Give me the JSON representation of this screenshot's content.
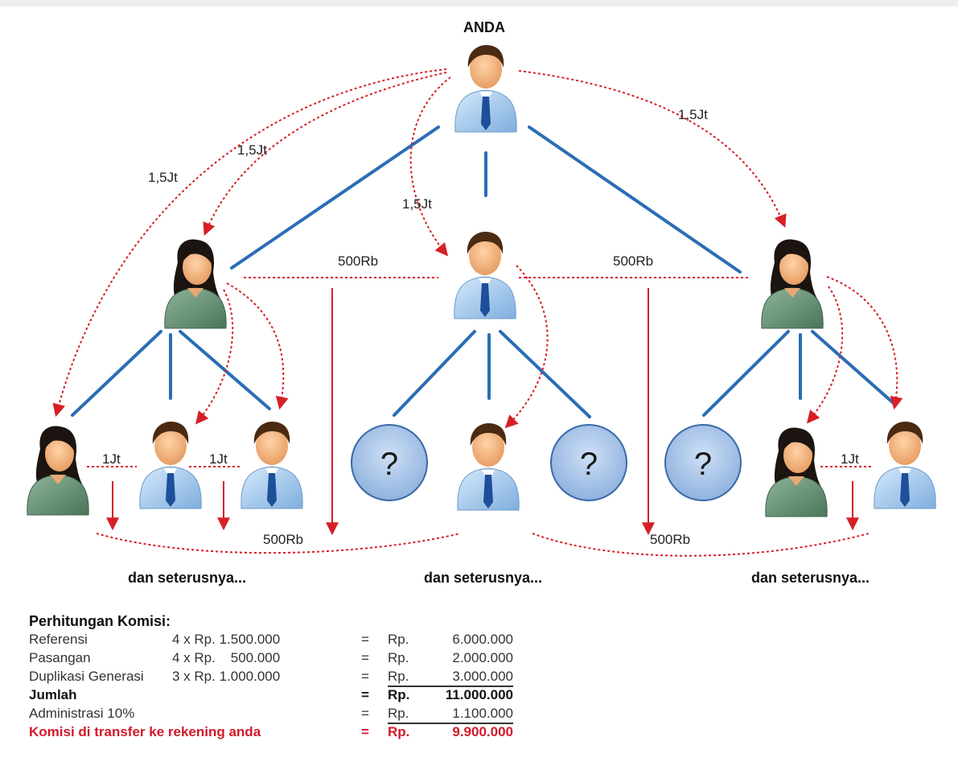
{
  "top_label": "ANDA",
  "referral_labels": [
    "1,5Jt",
    "1,5Jt",
    "1,5Jt",
    "1,5Jt"
  ],
  "pair_labels": [
    "500Rb",
    "500Rb",
    "500Rb",
    "500Rb"
  ],
  "generation_labels": [
    "1Jt",
    "1Jt",
    "1Jt"
  ],
  "continuation_labels": [
    "dan seterusnya...",
    "dan seterusnya...",
    "dan seterusnya..."
  ],
  "unknown_marker": "?",
  "calculation": {
    "title": "Perhitungan Komisi:",
    "rows": [
      {
        "name": "Referensi",
        "multiplier": "4 x Rp. 1.500.000",
        "eq": "=",
        "currency": "Rp.",
        "amount": "6.000.000"
      },
      {
        "name": "Pasangan",
        "multiplier": "4 x Rp.    500.000",
        "eq": "=",
        "currency": "Rp.",
        "amount": "2.000.000"
      },
      {
        "name": "Duplikasi Generasi",
        "multiplier": "3 x Rp. 1.000.000",
        "eq": "=",
        "currency": "Rp.",
        "amount": "3.000.000"
      },
      {
        "name": "Jumlah",
        "multiplier": "",
        "eq": "=",
        "currency": "Rp.",
        "amount": "11.000.000"
      },
      {
        "name": "Administrasi 10%",
        "multiplier": "",
        "eq": "=",
        "currency": "Rp.",
        "amount": "1.100.000"
      },
      {
        "name": "Komisi di transfer ke rekening anda",
        "multiplier": "",
        "eq": "=",
        "currency": "Rp.",
        "amount": "9.900.000"
      }
    ]
  },
  "colors": {
    "tree_line": "#2a6db5",
    "commission_arrow": "#d61f26",
    "male_shirt": "#a9cdee",
    "female_shirt": "#5e8a6c",
    "unknown_fill": "#a9c8ec"
  },
  "icons": [
    "male-person-icon",
    "female-person-icon",
    "unknown-member-icon"
  ]
}
